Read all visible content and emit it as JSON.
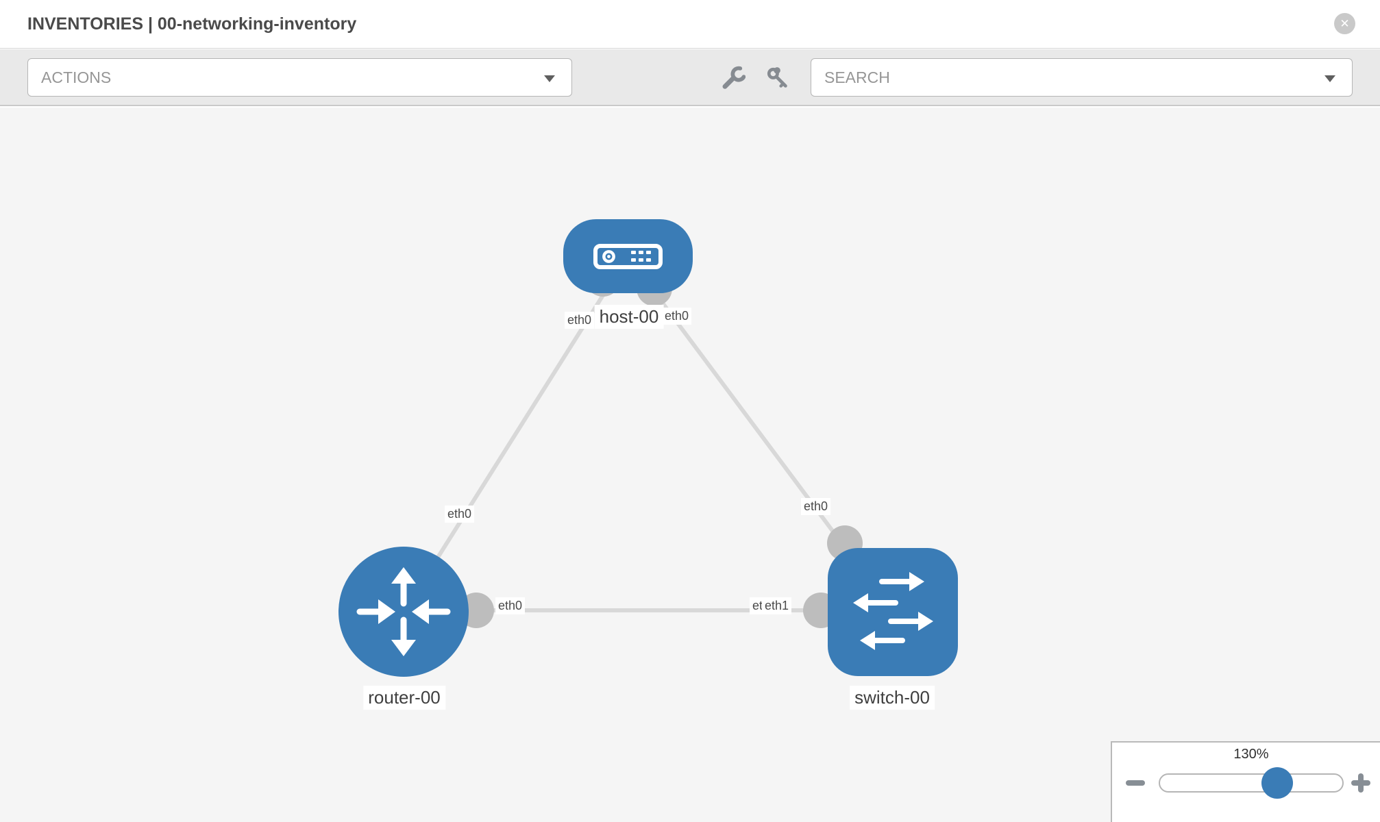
{
  "header": {
    "title": "INVENTORIES | 00-networking-inventory"
  },
  "toolbar": {
    "actions_label": "ACTIONS",
    "search_label": "SEARCH"
  },
  "icons": {
    "close": "circle-x-icon",
    "wrench": "wrench-icon",
    "key": "key-icon",
    "dropdown_caret": "chevron-down-icon",
    "zoom_out": "minus-icon",
    "zoom_in": "plus-icon"
  },
  "topology": {
    "nodes": [
      {
        "label": "host-00",
        "type": "host"
      },
      {
        "label": "router-00",
        "type": "router"
      },
      {
        "label": "switch-00",
        "type": "switch"
      }
    ],
    "interfaces": {
      "host_to_router": "eth0",
      "router_to_host": "eth0",
      "host_to_switch": "eth0",
      "switch_to_host": "eth0",
      "router_to_switch": "eth0",
      "switch_to_router_hidden": "eth0",
      "switch_to_router": "eth1"
    },
    "links": [
      {
        "from": "host-00",
        "to": "router-00",
        "from_interface": "eth0",
        "to_interface": "eth0"
      },
      {
        "from": "host-00",
        "to": "switch-00",
        "from_interface": "eth0",
        "to_interface": "eth0"
      },
      {
        "from": "router-00",
        "to": "switch-00",
        "from_interface": "eth0",
        "to_interface": "eth1"
      }
    ]
  },
  "zoom_control": {
    "level": "130%"
  },
  "colors": {
    "node_blue": "#3a7cb6",
    "link_gray": "#d8d8d8",
    "interface_gray": "#bdbdbd",
    "canvas_bg": "#f5f5f5",
    "toolbar_bg": "#e9e9e9"
  }
}
